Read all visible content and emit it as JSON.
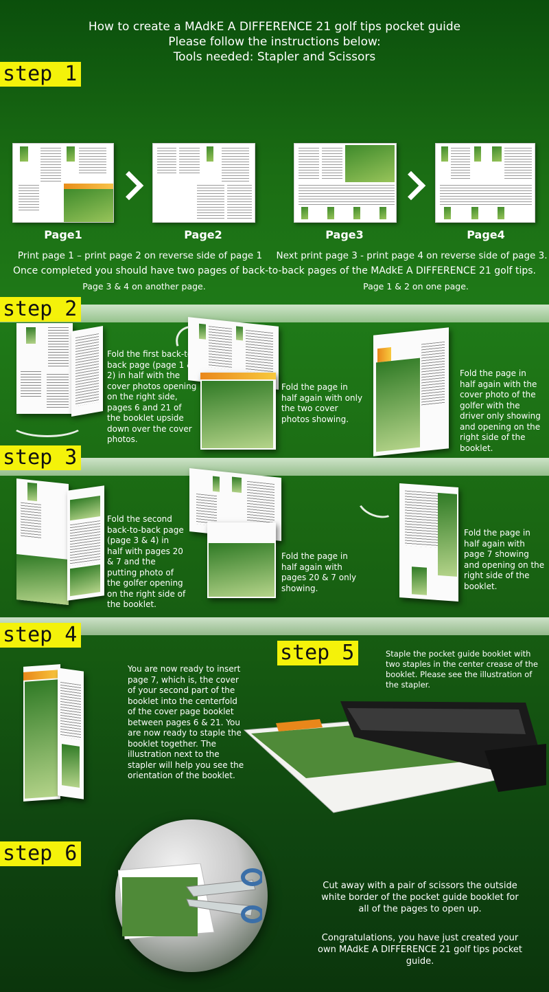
{
  "header": {
    "line1": "How to create a MAdkE A DIFFERENCE 21 golf tips pocket guide",
    "line2": "Please follow the instructions below:",
    "line3": "Tools needed:  Stapler and Scissors"
  },
  "steps": {
    "s1": "step 1",
    "s2": "step 2",
    "s3": "step 3",
    "s4": "step 4",
    "s5": "step 5",
    "s6": "step 6"
  },
  "step1": {
    "pages": [
      "Page1",
      "Page2",
      "Page3",
      "Page4"
    ],
    "left_line": "Print page 1 – print page 2 on reverse side of page 1",
    "right_line": "Next print page 3 - print page 4 on reverse side of page 3.",
    "center_line": "Once completed you should have two pages of back-to-back pages of the MAdkE A DIFFERENCE 21 golf tips.",
    "left_small": "Page 3 & 4 on another page.",
    "right_small": "Page 1 & 2 on one page."
  },
  "step2": {
    "t1": "Fold the first back-to-back page (page 1 & 2) in half with the cover photos opening on the right side, pages 6 and 21 of the booklet upside down over the cover photos.",
    "t2": "Fold the page in half again with only the two cover photos showing.",
    "t3": "Fold the page in half again with the cover photo of the golfer with the driver only showing and opening on the right side of the booklet."
  },
  "step3": {
    "t1": "Fold the second back-to-back page (page 3 & 4) in half with pages 20 & 7 and the putting photo of the golfer opening on the right side of the booklet.",
    "t2": "Fold the page in half again with pages 20 & 7 only showing.",
    "t3": "Fold the page in half again with page 7 showing and opening on the right side of the booklet."
  },
  "step4": {
    "t1": "You are now ready to insert page 7, which is, the cover of your second part of the booklet into the centerfold of the cover page booklet between pages 6 & 21. You are now ready to staple the booklet together. The illustration next to the stapler will help you see the orientation of the booklet."
  },
  "step5": {
    "t1": "Staple the pocket guide booklet with two staples in the center crease of the booklet. Please see the illustration of the stapler."
  },
  "step6": {
    "t1": "Cut away with a pair of scissors the outside white border of the pocket guide booklet for all of the pages to open up.",
    "t2": "Congratulations, you have just created your own MAdkE A DIFFERENCE 21 golf tips pocket guide."
  },
  "colors": {
    "step_badge": "#f4f20a",
    "background": "#1f7a18",
    "text": "#ffffff"
  },
  "icons": {
    "arrow": "chevron-right-icon",
    "scissors": "scissors-icon",
    "stapler": "stapler-icon"
  }
}
